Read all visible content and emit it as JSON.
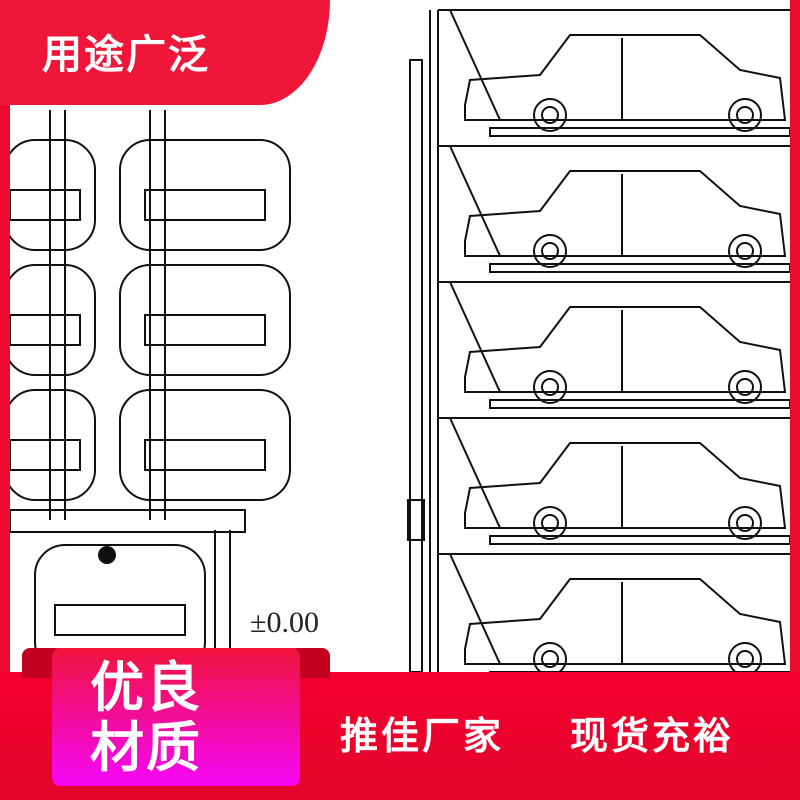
{
  "header": {
    "tag": "用途广泛"
  },
  "drawing": {
    "elevation_label": "±0.00",
    "right_levels": 5,
    "left_levels": 3
  },
  "badge": {
    "line1": "优良",
    "line2": "材质"
  },
  "slogans": [
    "推佳厂家",
    "现货充裕"
  ],
  "colors": {
    "red": "#ee0a2f",
    "magenta": "#f507f7"
  }
}
